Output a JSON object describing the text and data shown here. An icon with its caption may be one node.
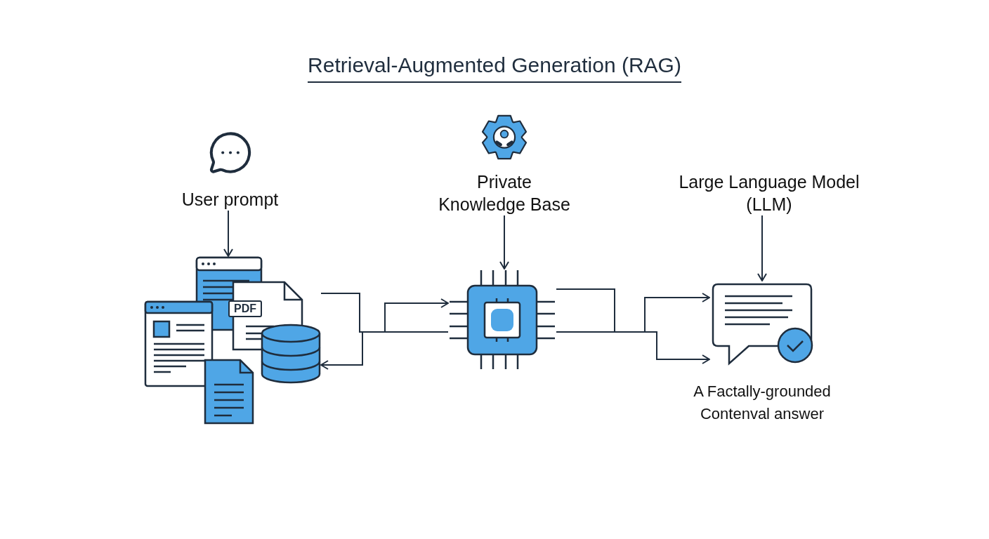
{
  "diagram": {
    "title": "Retrieval-Augmented Generation (RAG)",
    "nodes": [
      {
        "text": [
          "User prompt"
        ]
      },
      {
        "text": [],
        "shape": "picture"
      },
      {
        "text": [
          "Private Knowledge Base"
        ]
      },
      {
        "text": [],
        "shape": "picture"
      },
      {
        "text": [
          "Large Language Model (LLM)"
        ]
      },
      {
        "text": [],
        "shape": "picture",
        "beside": [
          "A Factally-grounded Contenval answer"
        ]
      }
    ],
    "edges": [
      {
        "from": 0,
        "to": 1,
        "arrow": "to"
      },
      {
        "from": 1,
        "to": 3,
        "arrow": "to"
      },
      {
        "from": 3,
        "to": 1,
        "arrow": "to"
      },
      {
        "from": 2,
        "to": 3,
        "arrow": "to"
      },
      {
        "from": 4,
        "to": 5,
        "arrow": "to"
      },
      {
        "from": 3,
        "to": 5,
        "arrow": "to"
      },
      {
        "from": 3,
        "to": 5,
        "arrow": "to"
      }
    ],
    "labels": [
      "PDF"
    ]
  }
}
